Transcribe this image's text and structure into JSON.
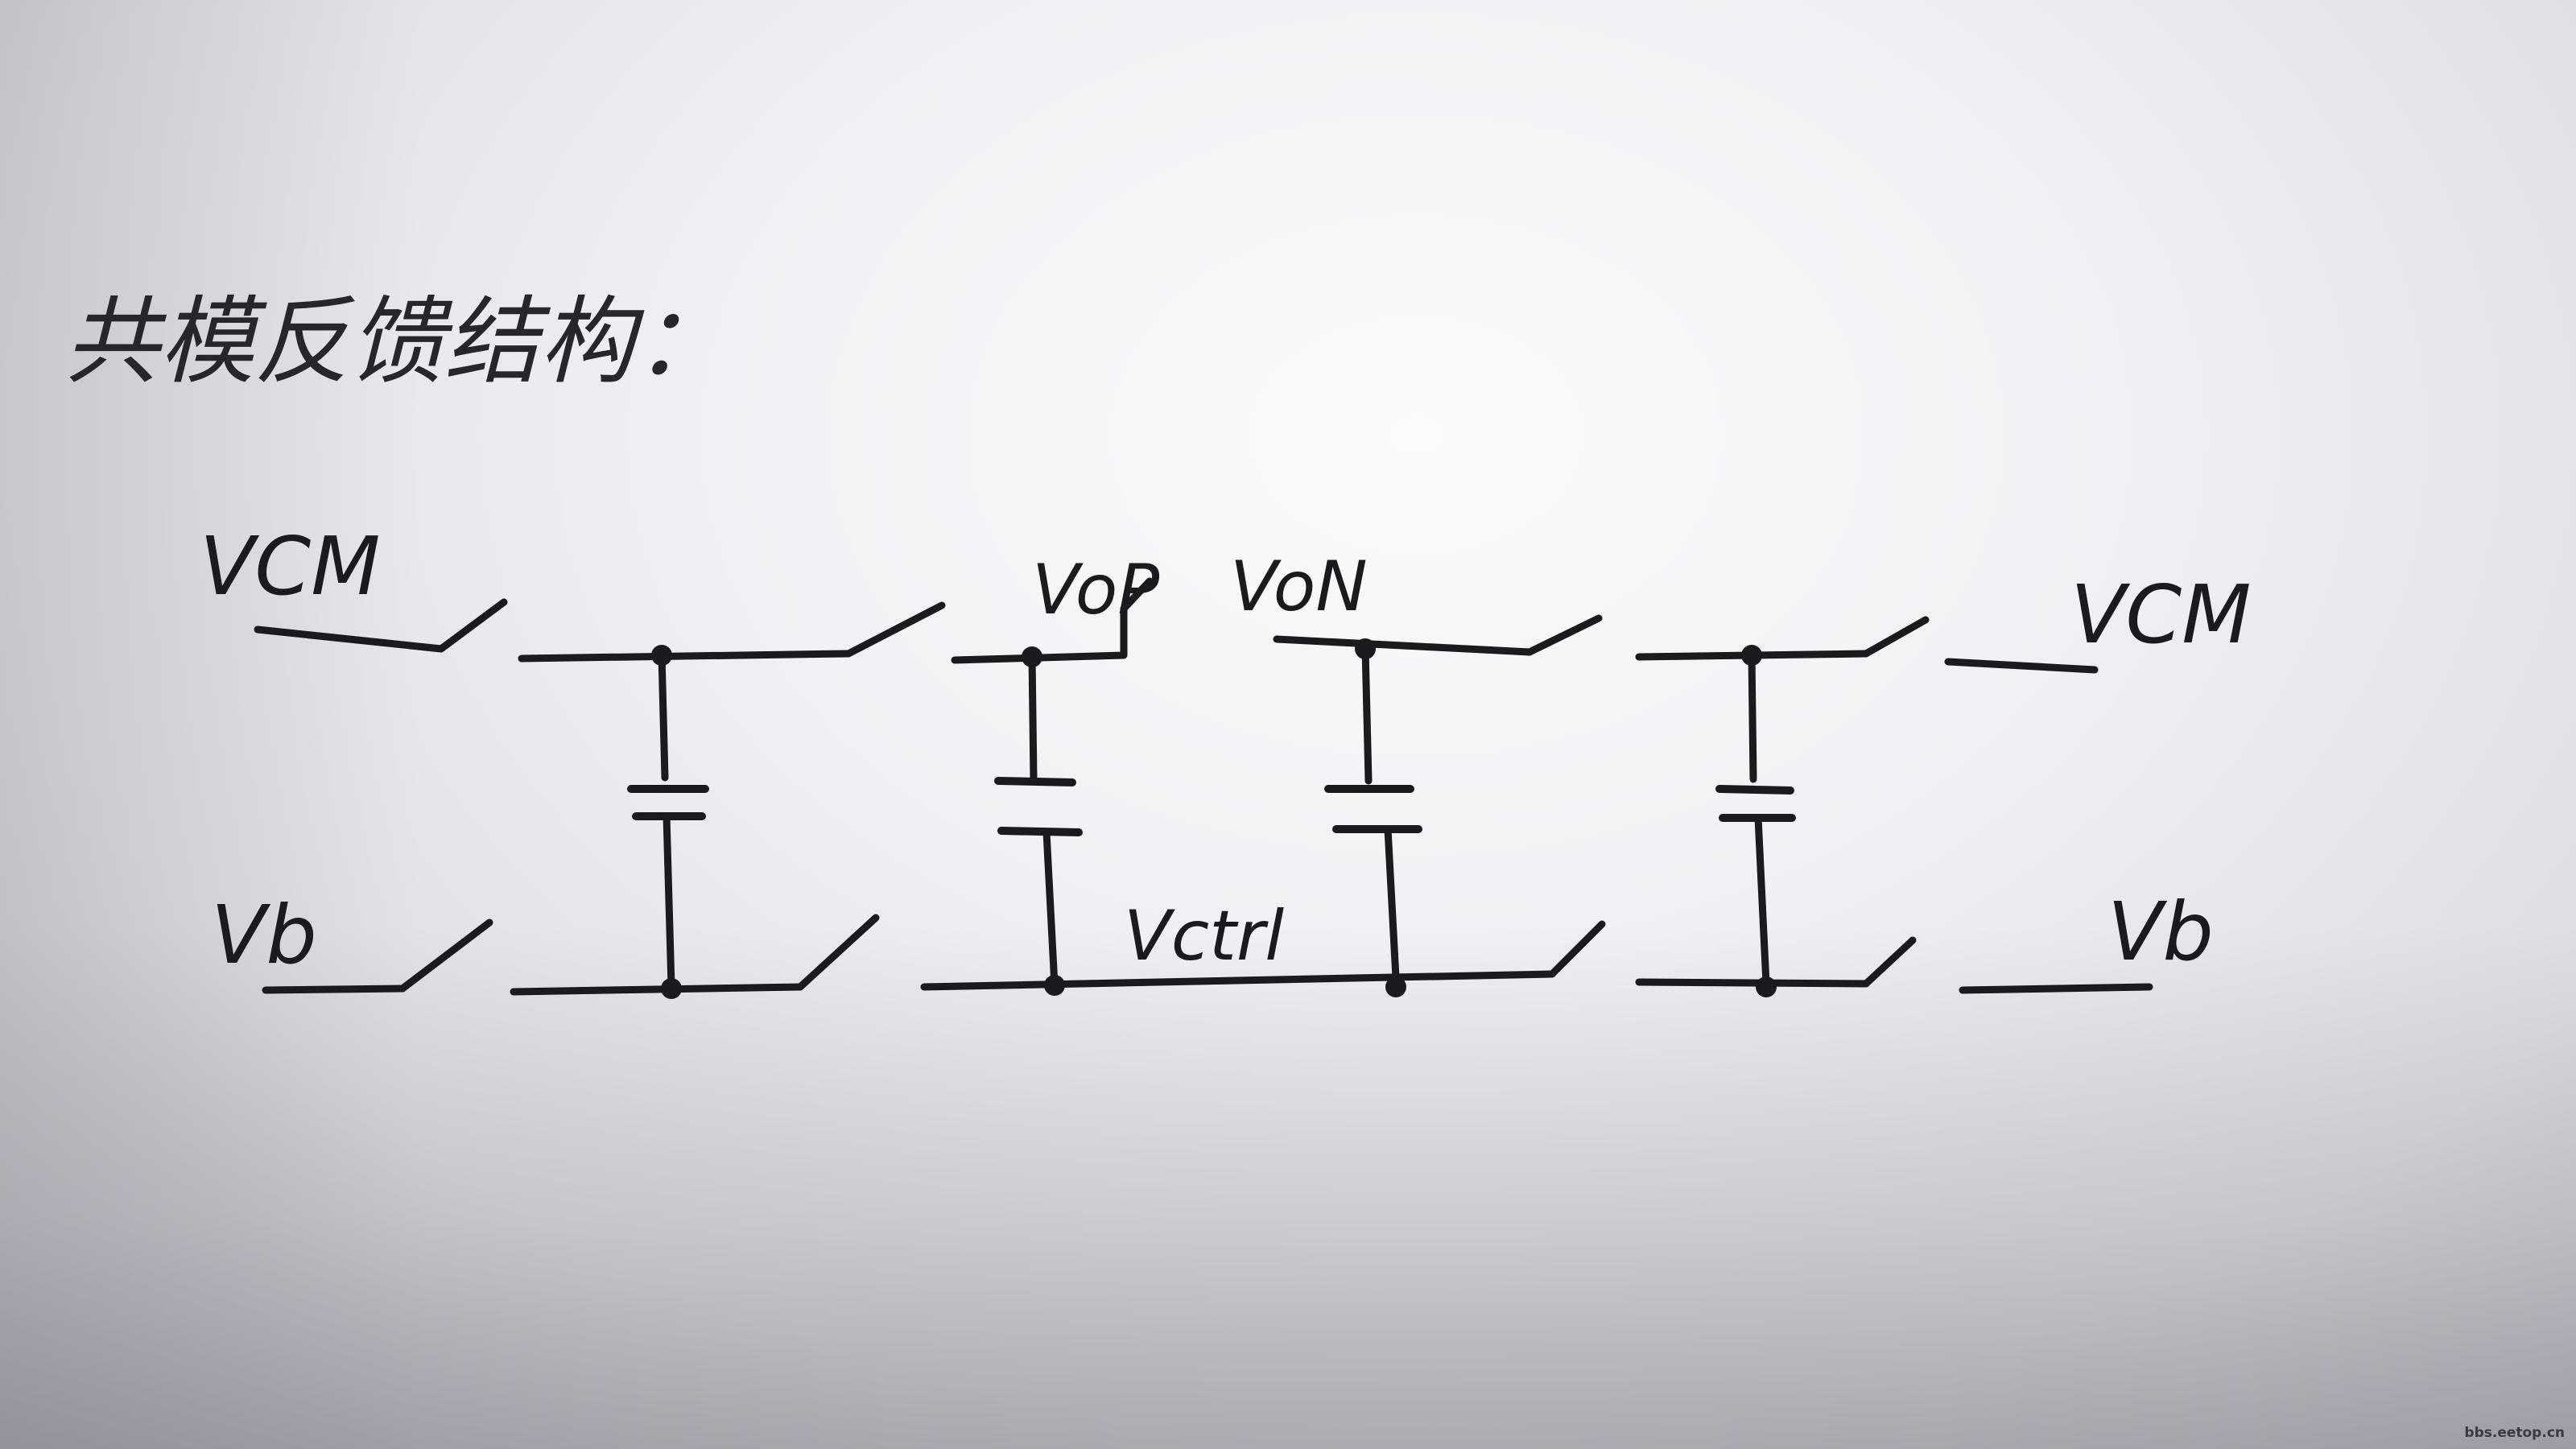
{
  "title": "共模反馈结构：",
  "watermark": "bbs.eetop.cn",
  "labels": {
    "vcm_left": "VCM",
    "vb_left": "Vb",
    "vop": "VoP",
    "von": "VoN",
    "vctrl": "Vctrl",
    "vcm_right": "VCM",
    "vb_right": "Vb"
  },
  "colors": {
    "ink": "#1b1b1f",
    "paper": "#f1f1f5"
  }
}
